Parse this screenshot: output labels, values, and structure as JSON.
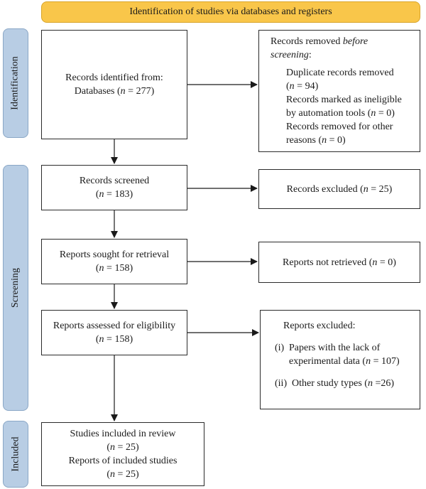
{
  "header": {
    "title": "Identification of studies via databases and registers"
  },
  "stages": {
    "identification": "Identification",
    "screening": "Screening",
    "included": "Included"
  },
  "identified": {
    "line1": "Records identified from:",
    "line2_pre": "Databases (",
    "n_sym": "n",
    "line2_post": " = 277)"
  },
  "removed": {
    "title_pre": "Records removed ",
    "title_em": "before",
    "title_em2": "screening",
    "title_post": ":",
    "dup_label": "Duplicate records removed",
    "dup_pre": "(",
    "dup_n": "n",
    "dup_post": " = 94)",
    "inel_label1": "Records marked as ineligible",
    "inel_label2_pre": "by automation tools (",
    "inel_n": "n",
    "inel_post": " = 0)",
    "other_label": "Records removed for other",
    "other_label2_pre": "reasons (",
    "other_n": "n",
    "other_post": " = 0)"
  },
  "screened": {
    "label": "Records screened",
    "count_pre": "(",
    "n_sym": "n",
    "count_post": " = 183)"
  },
  "excluded1": {
    "pre": "Records excluded (",
    "n_sym": "n",
    "post": " = 25)"
  },
  "sought": {
    "label": "Reports sought for retrieval",
    "count_pre": "(",
    "n_sym": "n",
    "count_post": " = 158)"
  },
  "not_retrieved": {
    "pre": "Reports not retrieved (",
    "n_sym": "n",
    "post": " = 0)"
  },
  "assessed": {
    "label": "Reports assessed for eligibility",
    "count_pre": "(",
    "n_sym": "n",
    "count_post": " = 158)"
  },
  "reports_excluded": {
    "title": "Reports excluded:",
    "item1_num": "(i)",
    "item1_text1": "Papers with the lack of",
    "item1_text2_pre": "experimental data (",
    "item1_n": "n",
    "item1_post": " = 107)",
    "item2_num": "(ii)",
    "item2_pre": "Other study types (",
    "item2_n": "n",
    "item2_post": " =26)"
  },
  "included": {
    "line1": "Studies included in review",
    "line2_pre": "(",
    "n_sym": "n",
    "line2_post": " = 25)",
    "line3": "Reports of included studies",
    "line4_pre": "(",
    "n_sym2": "n",
    "line4_post": " = 25)"
  }
}
